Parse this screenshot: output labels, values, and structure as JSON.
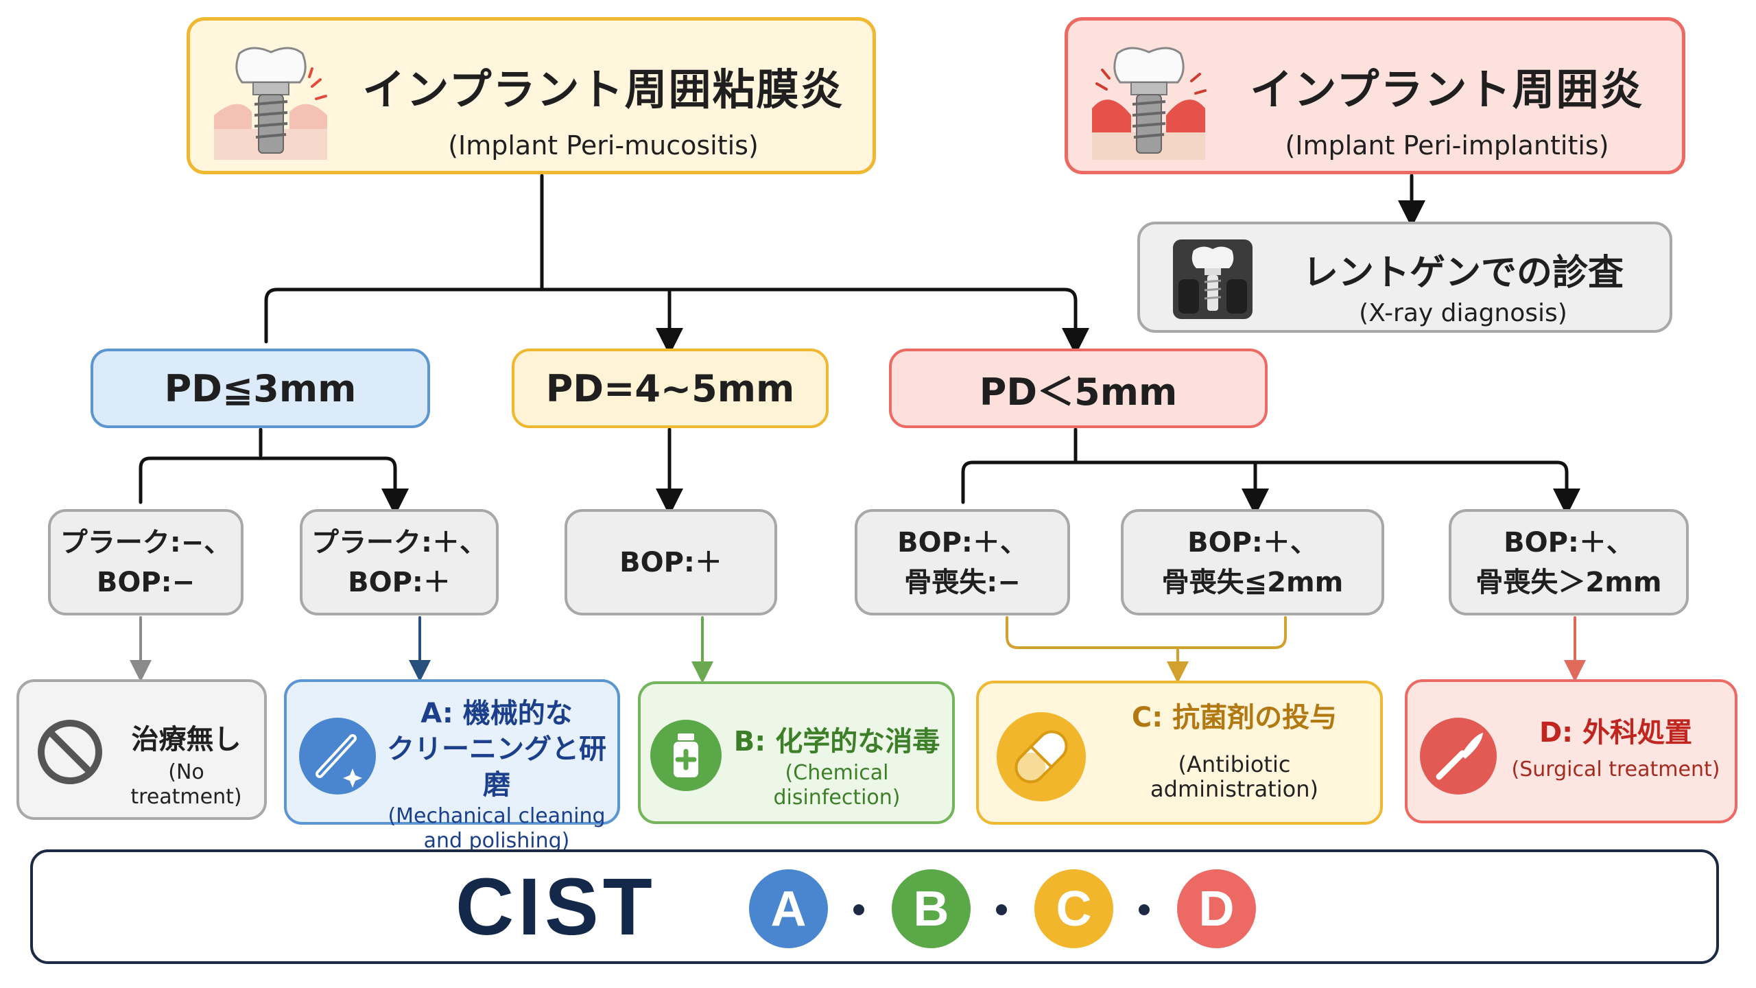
{
  "colors": {
    "yellow": "#f0b731",
    "red": "#ec6a63",
    "blue": "#5b95d2",
    "green": "#74b45a",
    "gray": "#a8a8a8",
    "navy": "#14284a"
  },
  "header": {
    "mucositis": {
      "jp": "インプラント周囲粘膜炎",
      "en": "(Implant Peri-mucositis)",
      "icon": "implant-inflamed-gum-icon"
    },
    "implantitis": {
      "jp": "インプラント周囲炎",
      "en": "(Implant Peri-implantitis)",
      "icon": "implant-bone-loss-icon"
    }
  },
  "xray": {
    "jp": "レントゲンでの診査",
    "en": "(X-ray diagnosis)",
    "icon": "xray-implant-icon"
  },
  "pd": {
    "low": "PD≦3mm",
    "mid": "PD=4~5mm",
    "high": "PD＜5mm"
  },
  "conditions": [
    {
      "line1": "プラーク:−、",
      "line2": "BOP:−"
    },
    {
      "line1": "プラーク:＋、",
      "line2": "BOP:＋"
    },
    {
      "line1": "BOP:＋",
      "line2": ""
    },
    {
      "line1": "BOP:＋、",
      "line2": "骨喪失:−"
    },
    {
      "line1": "BOP:＋、",
      "line2": "骨喪失≦2mm"
    },
    {
      "line1": "BOP:＋、",
      "line2": "骨喪失＞2mm"
    }
  ],
  "treatments": {
    "none": {
      "jp": "治療無し",
      "en": "(No treatment)",
      "icon": "no-entry-icon"
    },
    "A": {
      "jp1": "A: 機械的な",
      "jp2": "クリーニングと研磨",
      "en1": "(Mechanical cleaning",
      "en2": "and polishing)",
      "icon": "scaler-sparkle-icon"
    },
    "B": {
      "jp": "B: 化学的な消毒",
      "en": "(Chemical disinfection)",
      "icon": "medicine-bottle-icon"
    },
    "C": {
      "jp": "C: 抗菌剤の投与",
      "en1": "(Antibiotic",
      "en2": "administration)",
      "icon": "capsule-icon"
    },
    "D": {
      "jp": "D: 外科処置",
      "en": "(Surgical treatment)",
      "icon": "scalpel-icon"
    }
  },
  "cist": {
    "word": "CIST",
    "badges": [
      "A",
      "B",
      "C",
      "D"
    ]
  }
}
